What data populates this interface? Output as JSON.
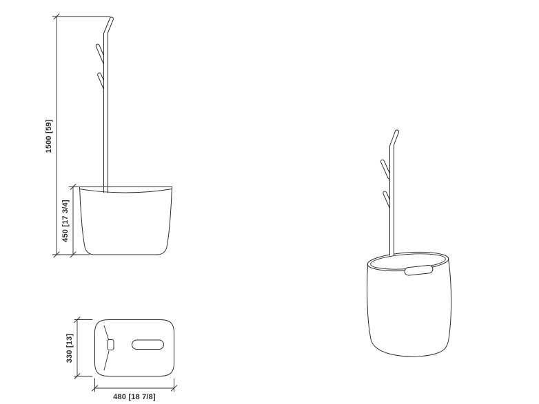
{
  "dimensions": {
    "front_view": {
      "total_height": "1500 [59]",
      "container_height": "450 [17 3/4]"
    },
    "top_view": {
      "depth": "330 [13]",
      "width": "480 [18 7/8]"
    }
  },
  "colors": {
    "line": "#2b2b2b",
    "background": "#ffffff"
  }
}
